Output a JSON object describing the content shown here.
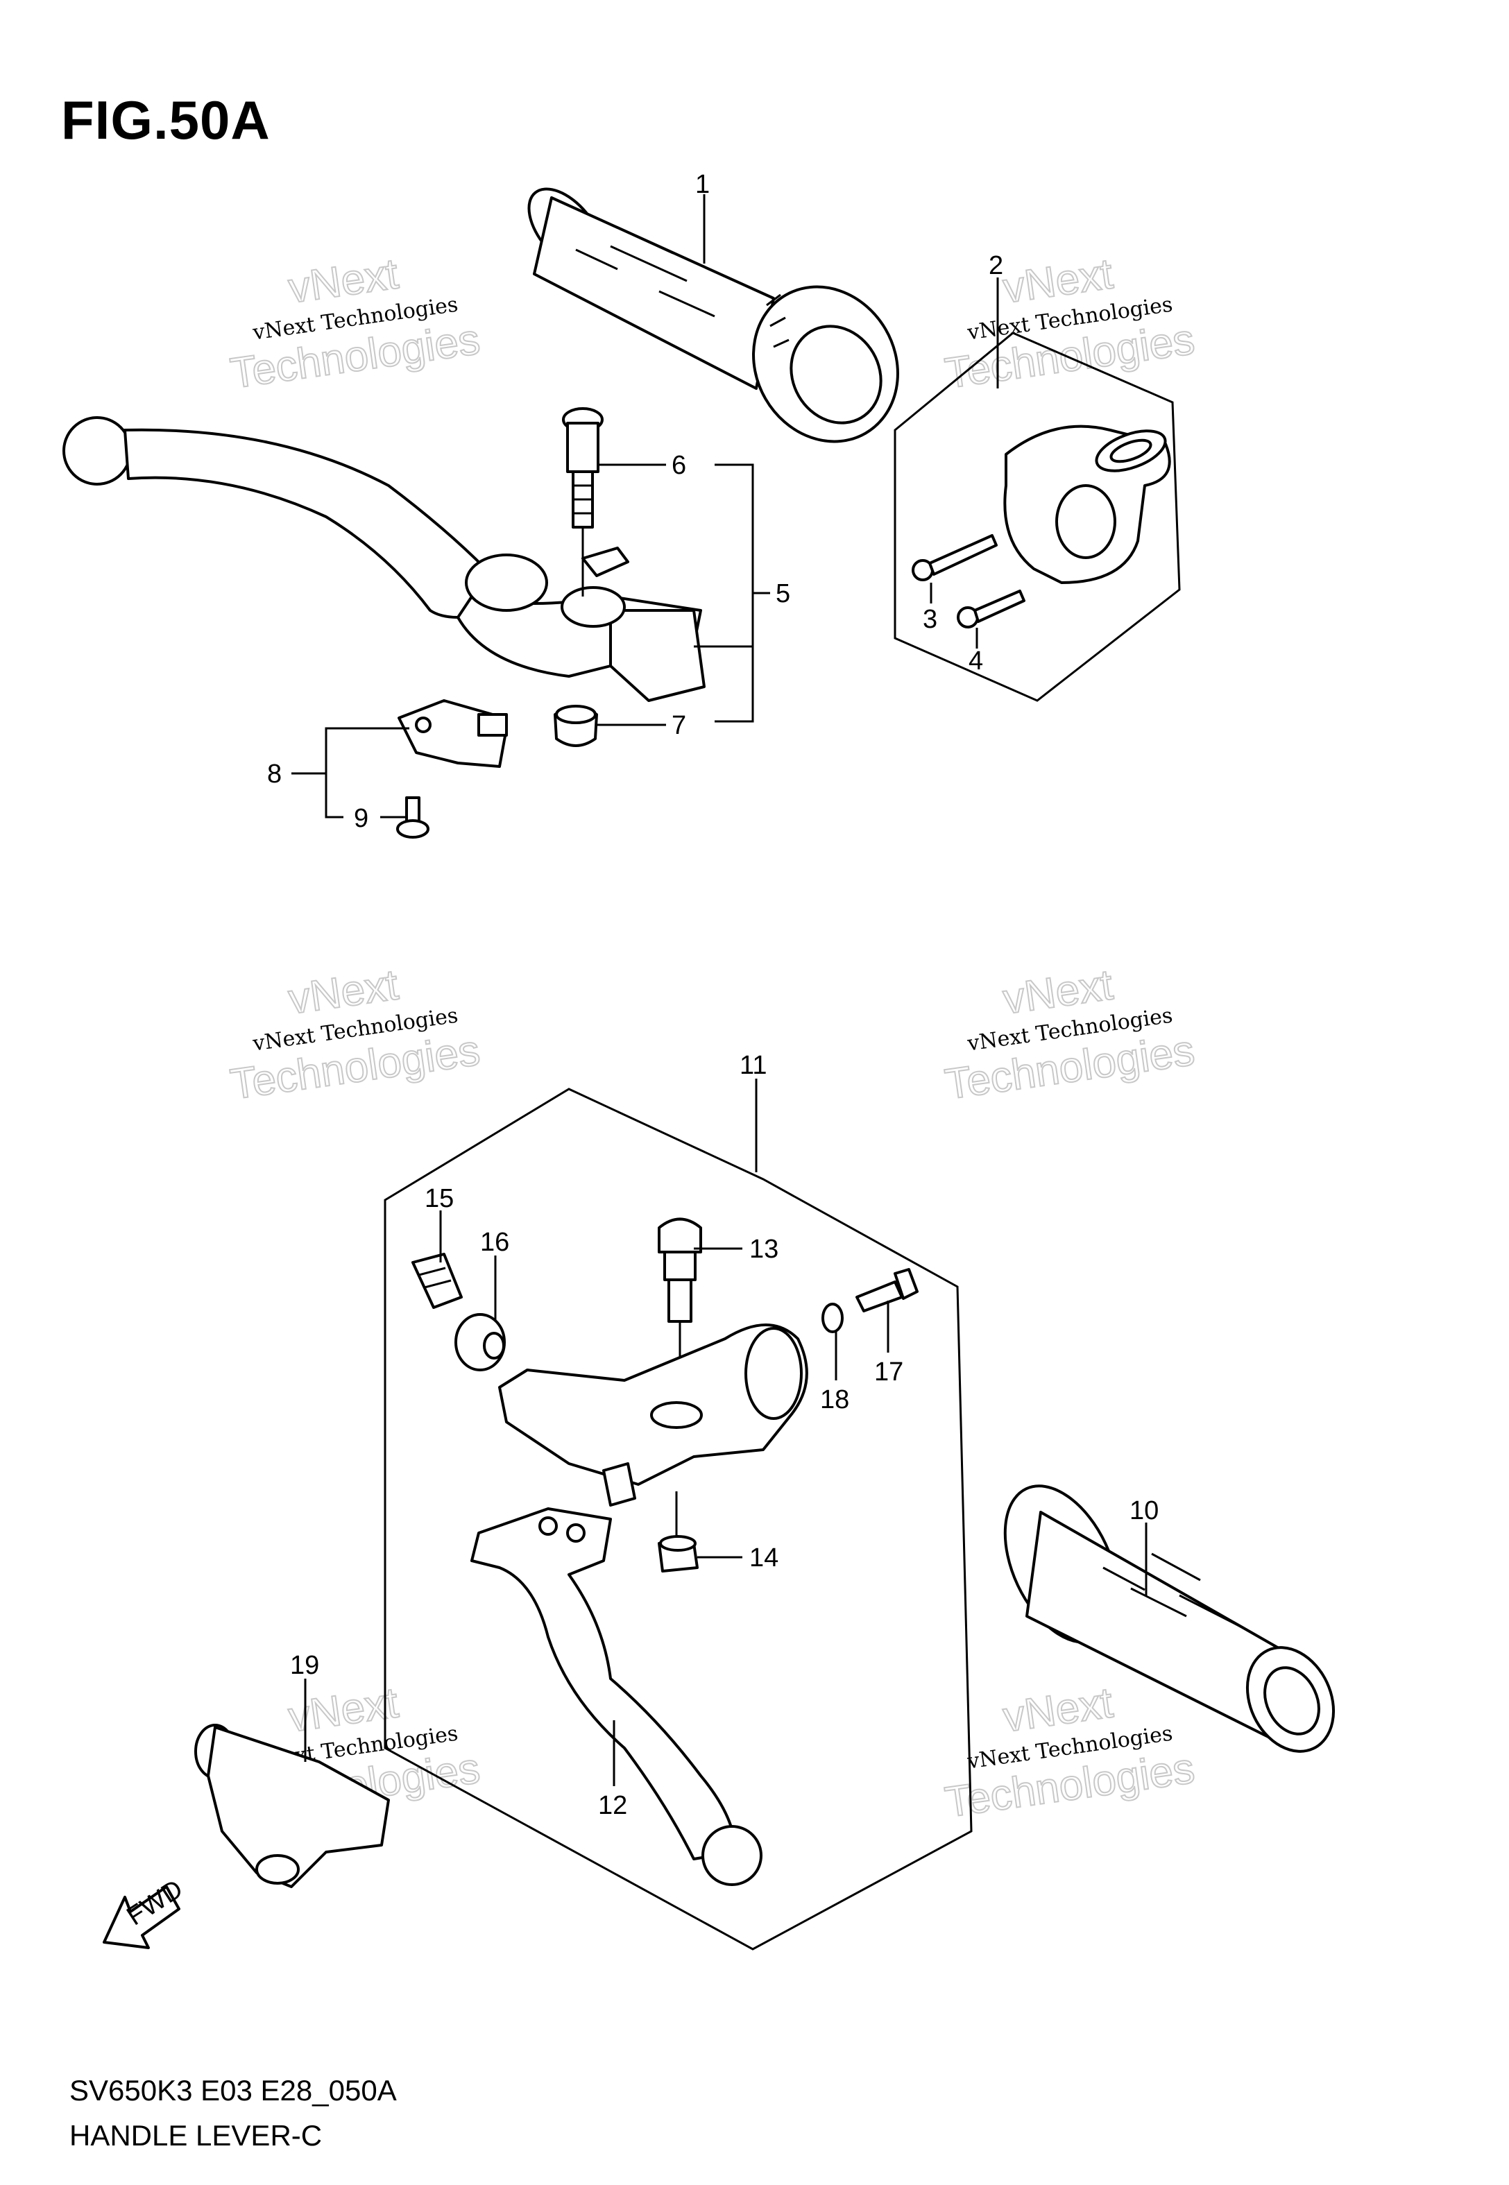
{
  "figure": {
    "title": "FIG.50A"
  },
  "footer": {
    "model_code": "SV650K3 E03 E28_050A",
    "section_name": "HANDLE LEVER-C"
  },
  "callouts": [
    "1",
    "2",
    "3",
    "4",
    "5",
    "6",
    "7",
    "8",
    "9",
    "10",
    "11",
    "12",
    "13",
    "14",
    "15",
    "16",
    "17",
    "18",
    "19"
  ],
  "watermark": {
    "line1": "vNext Technologies",
    "line2": "vNext",
    "line3": "Technologies"
  },
  "direction_marker": {
    "label": "FWD"
  }
}
